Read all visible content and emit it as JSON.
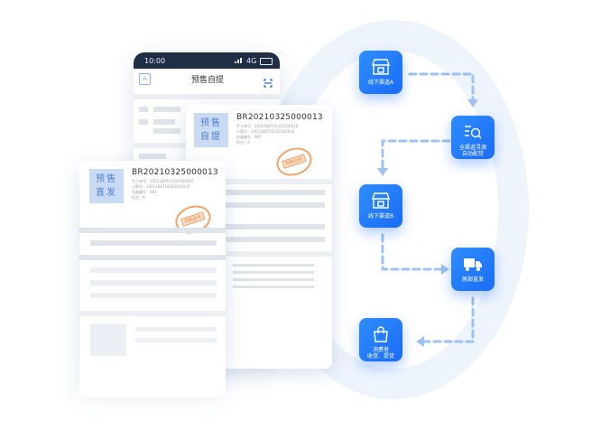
{
  "phone": {
    "time": "10:00",
    "network": "4G",
    "badge": "A",
    "title": "预售自提"
  },
  "card_back": {
    "tag_line1": "预售",
    "tag_line2": "自提",
    "order_id": "BR20210325000013",
    "meta_1": "手工单号：1001168710320500016",
    "meta_2": "小票号：1001168710320500016",
    "meta_3": "机器编号：987",
    "meta_4": "柜台：A",
    "stamp": "预售自提"
  },
  "card_front": {
    "tag_line1": "预售",
    "tag_line2": "直发",
    "order_id": "BR20210325000013",
    "meta_1": "手工单号：1001168710320500016",
    "meta_2": "小票号：1001168710320500016",
    "meta_3": "机器编号：987",
    "meta_4": "柜台：A",
    "stamp": "预售直发"
  },
  "flow": {
    "node1": {
      "label": "线下渠道A",
      "icon": "store-icon"
    },
    "node2": {
      "line1": "全渠道寻源",
      "line2": "自动配货",
      "icon": "search-list-icon"
    },
    "node3": {
      "label": "线下渠道B",
      "icon": "store-icon"
    },
    "node4": {
      "label": "尾部直发",
      "icon": "truck-icon"
    },
    "node5": {
      "line1": "消费者",
      "line2": "收货、提货",
      "icon": "shopping-bag-icon"
    }
  },
  "colors": {
    "accent": "#1a6cf5",
    "dash": "#9fc2f5",
    "stamp": "#f08a44",
    "ring": "#eef4fc"
  }
}
